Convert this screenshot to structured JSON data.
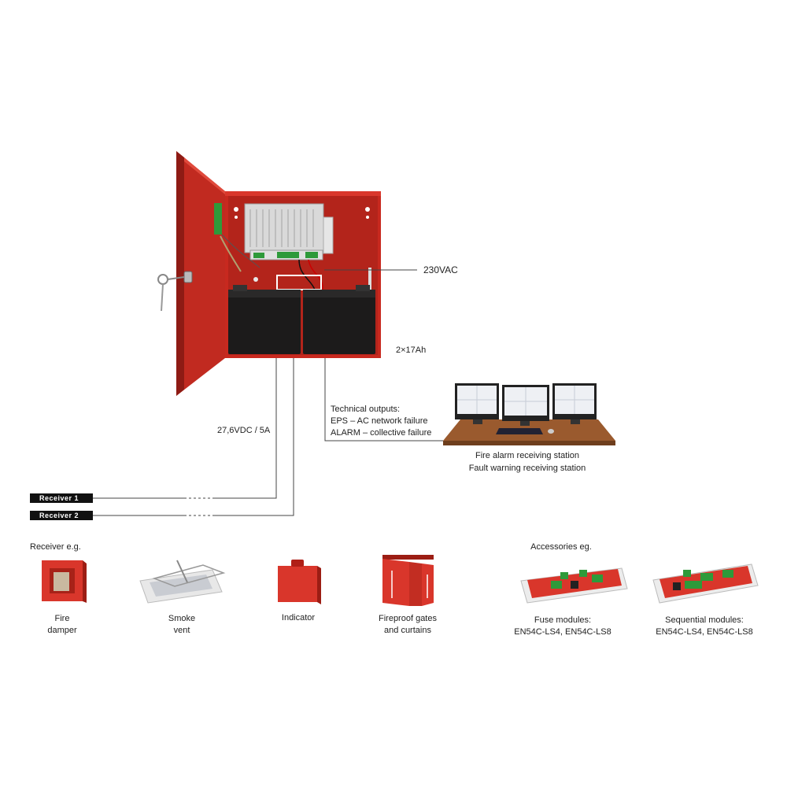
{
  "power_supply": {
    "mains_label": "230VAC",
    "battery_label": "2×17Ah",
    "output_label": "27,6VDC / 5A"
  },
  "technical_outputs": {
    "title": "Technical outputs:",
    "lines": [
      "EPS – AC network failure",
      "ALARM – collective failure"
    ]
  },
  "station": {
    "line1": "Fire alarm receiving station",
    "line2": "Fault warning receiving station"
  },
  "receivers": {
    "r1": "Receiver 1",
    "r2": "Receiver 2",
    "heading": "Receiver e.g.",
    "items": [
      {
        "line1": "Fire",
        "line2": "damper"
      },
      {
        "line1": "Smoke",
        "line2": "vent"
      },
      {
        "line1": "Indicator",
        "line2": ""
      },
      {
        "line1": "Fireproof gates",
        "line2": "and curtains"
      }
    ]
  },
  "accessories": {
    "heading": "Accessories eg.",
    "items": [
      {
        "line1": "Fuse modules:",
        "line2": "EN54C-LS4, EN54C-LS8"
      },
      {
        "line1": "Sequential modules:",
        "line2": "EN54C-LS4, EN54C-LS8"
      }
    ]
  },
  "colors": {
    "enclosure_red": "#c8291f",
    "dark_red": "#8e1b14",
    "battery": "#1c1b1b",
    "desk": "#9a5a2e",
    "line": "#444444"
  }
}
